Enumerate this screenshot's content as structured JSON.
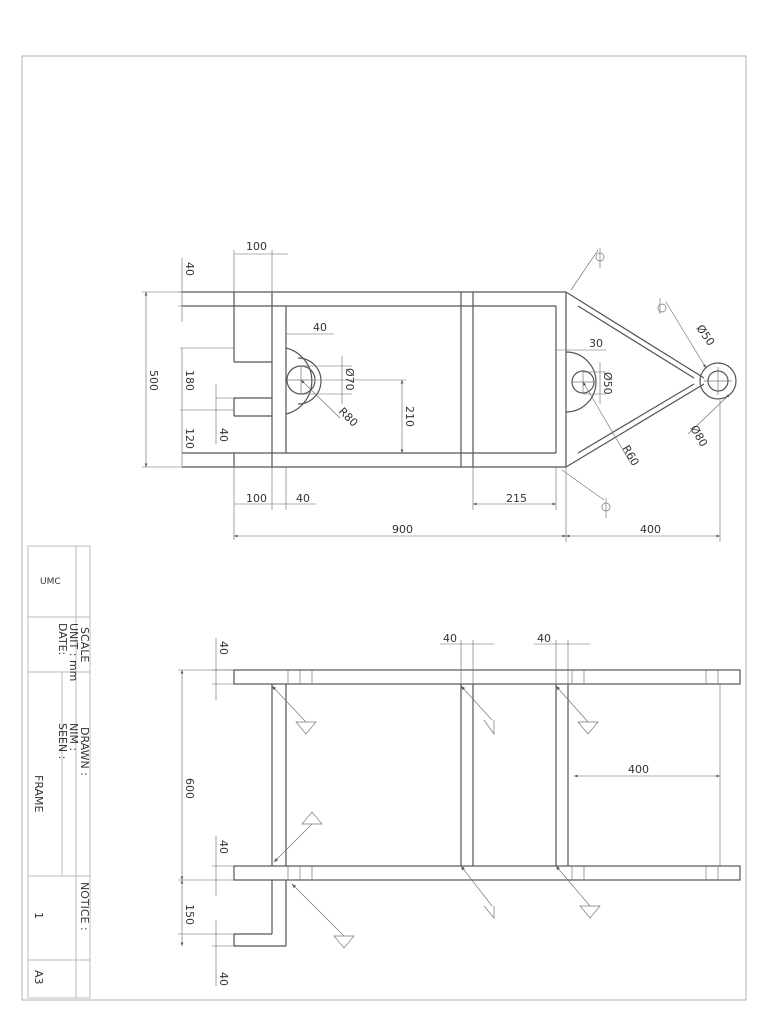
{
  "title_block": {
    "company": "UMC",
    "scale": "SCALE",
    "unit": "UNIT : mm",
    "date": "DATE:",
    "drawn": "DRAWN :",
    "nim": "NIM :",
    "seen": "SEEN :",
    "part_name": "FRAME",
    "notice": "NOTICE :",
    "sheet_number": "1",
    "paper_size": "A3"
  },
  "top_view": {
    "dims": {
      "d100_top": "100",
      "d40_left": "40",
      "d40_grey": "40",
      "d500": "500",
      "d180": "180",
      "d120": "120",
      "d40_lower": "40",
      "d_phi70": "Ø70",
      "d_r80": "R80",
      "d210": "210",
      "d30": "30",
      "d_phi50_inner": "Ø50",
      "d_r60": "R60",
      "d_phi50_outer": "Ø50",
      "d_phi80": "Ø80",
      "d100_bottom": "100",
      "d40_bottom": "40",
      "d215": "215",
      "d900": "900",
      "d400": "400"
    }
  },
  "side_view": {
    "dims": {
      "d40_a": "40",
      "d40_b": "40",
      "d40_left_top": "40",
      "d600": "600",
      "d400": "400",
      "d40_left_mid": "40",
      "d150": "150",
      "d40_left_bottom": "40"
    }
  }
}
